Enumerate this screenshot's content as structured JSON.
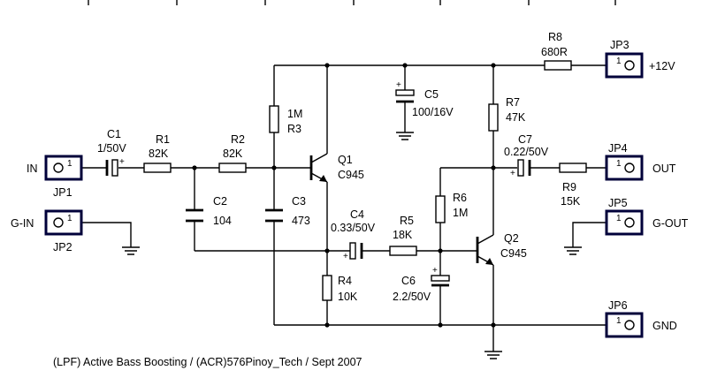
{
  "schematic": {
    "caption": "(LPF) Active Bass Boosting / (ACR)576Pinoy_Tech / Sept 2007",
    "ports": {
      "in": "IN",
      "g_in": "G-IN",
      "plus12v": "+12V",
      "out": "OUT",
      "g_out": "G-OUT",
      "gnd": "GND"
    },
    "connectors": [
      {
        "ref": "JP1",
        "pin": "1"
      },
      {
        "ref": "JP2",
        "pin": "1"
      },
      {
        "ref": "JP3",
        "pin": "1"
      },
      {
        "ref": "JP4",
        "pin": "1"
      },
      {
        "ref": "JP5",
        "pin": "1"
      },
      {
        "ref": "JP6",
        "pin": "1"
      }
    ],
    "components": [
      {
        "ref": "C1",
        "value": "1/50V"
      },
      {
        "ref": "R1",
        "value": "82K"
      },
      {
        "ref": "R2",
        "value": "82K"
      },
      {
        "ref": "C2",
        "value": "104"
      },
      {
        "ref": "R3",
        "value": "1M"
      },
      {
        "ref": "C3",
        "value": "473"
      },
      {
        "ref": "Q1",
        "value": "C945"
      },
      {
        "ref": "C4",
        "value": "0.33/50V"
      },
      {
        "ref": "R5",
        "value": "18K"
      },
      {
        "ref": "R4",
        "value": "10K"
      },
      {
        "ref": "C5",
        "value": "100/16V"
      },
      {
        "ref": "R6",
        "value": "1M"
      },
      {
        "ref": "C6",
        "value": "2.2/50V"
      },
      {
        "ref": "R7",
        "value": "47K"
      },
      {
        "ref": "Q2",
        "value": "C945"
      },
      {
        "ref": "C7",
        "value": "0.22/50V"
      },
      {
        "ref": "R8",
        "value": "680R"
      },
      {
        "ref": "R9",
        "value": "15K"
      }
    ],
    "polarity_mark": "+"
  }
}
